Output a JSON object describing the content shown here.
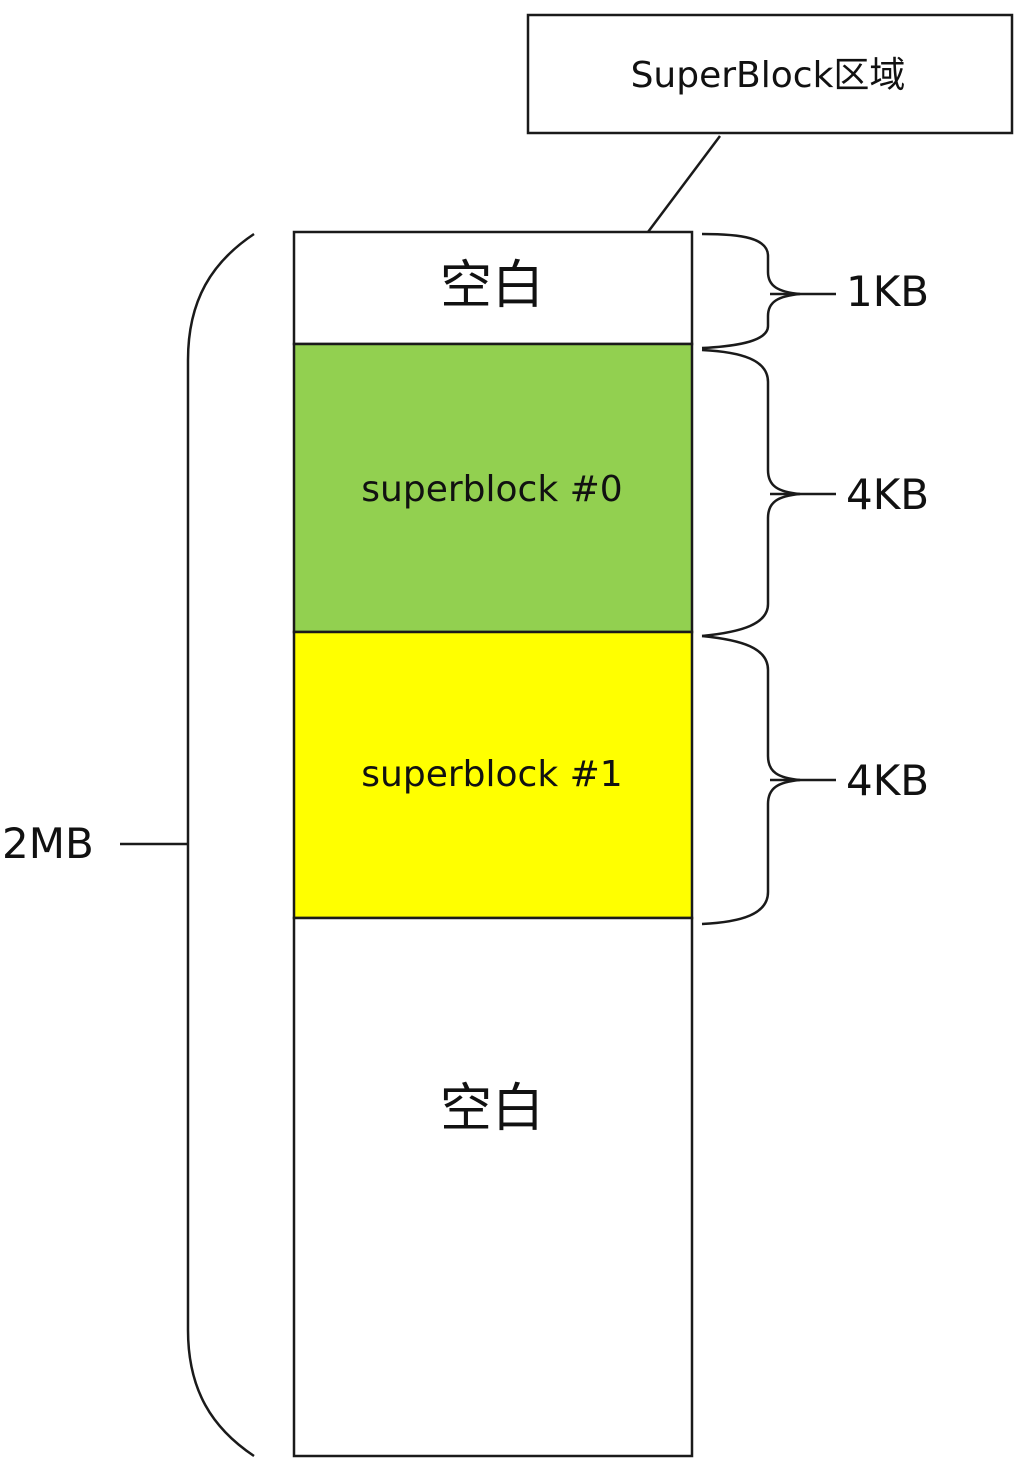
{
  "callout": {
    "label": "SuperBlock区域"
  },
  "segments": [
    {
      "id": "blank-top",
      "label": "空白",
      "fill": "#ffffff"
    },
    {
      "id": "superblock-0",
      "label": "superblock #0",
      "fill": "#92d050"
    },
    {
      "id": "superblock-1",
      "label": "superblock #1",
      "fill": "#ffff00"
    },
    {
      "id": "blank-bottom",
      "label": "空白",
      "fill": "#ffffff"
    }
  ],
  "sizes": [
    {
      "label": "1KB"
    },
    {
      "label": "4KB"
    },
    {
      "label": "4KB"
    }
  ],
  "total": {
    "label": "2MB"
  }
}
